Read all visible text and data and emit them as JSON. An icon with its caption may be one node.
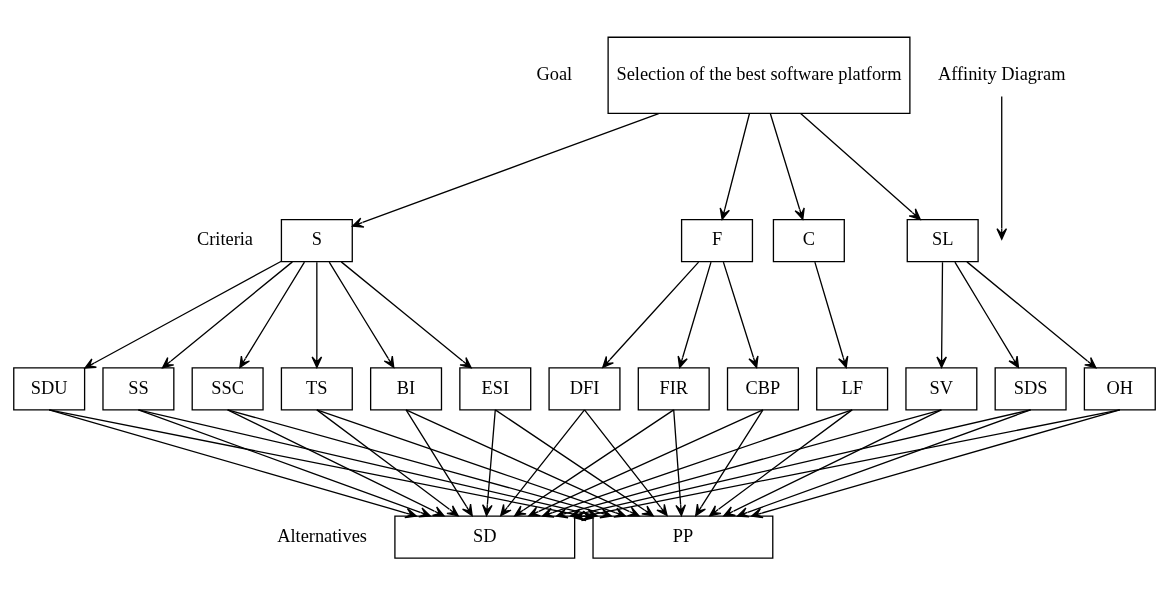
{
  "diagram": {
    "nodes": [
      {
        "text": [
          "Selection of the best software platform"
        ]
      },
      {
        "text": [
          "S"
        ]
      },
      {
        "text": [
          "F"
        ]
      },
      {
        "text": [
          "C"
        ]
      },
      {
        "text": [
          "SL"
        ]
      },
      {
        "text": [
          "SDU"
        ]
      },
      {
        "text": [
          "SS"
        ]
      },
      {
        "text": [
          "SSC"
        ]
      },
      {
        "text": [
          "TS"
        ]
      },
      {
        "text": [
          "BI"
        ]
      },
      {
        "text": [
          "ESI"
        ]
      },
      {
        "text": [
          "DFI"
        ]
      },
      {
        "text": [
          "FIR"
        ]
      },
      {
        "text": [
          "CBP"
        ]
      },
      {
        "text": [
          "LF"
        ]
      },
      {
        "text": [
          "SV"
        ]
      },
      {
        "text": [
          "SDS"
        ]
      },
      {
        "text": [
          "OH"
        ]
      },
      {
        "text": [
          "SD"
        ]
      },
      {
        "text": [
          "PP"
        ]
      },
      {
        "text": [
          "Affinity Diagram"
        ]
      }
    ],
    "edges": [
      {
        "from": 0,
        "to": 1,
        "arrow": "to"
      },
      {
        "from": 0,
        "to": 2,
        "arrow": "to"
      },
      {
        "from": 0,
        "to": 3,
        "arrow": "to"
      },
      {
        "from": 0,
        "to": 4,
        "arrow": "to"
      },
      {
        "from": 1,
        "to": 5,
        "arrow": "to"
      },
      {
        "from": 1,
        "to": 6,
        "arrow": "to"
      },
      {
        "from": 1,
        "to": 7,
        "arrow": "to"
      },
      {
        "from": 1,
        "to": 8,
        "arrow": "to"
      },
      {
        "from": 1,
        "to": 9,
        "arrow": "to"
      },
      {
        "from": 1,
        "to": 10,
        "arrow": "to"
      },
      {
        "from": 2,
        "to": 11,
        "arrow": "to"
      },
      {
        "from": 2,
        "to": 12,
        "arrow": "to"
      },
      {
        "from": 2,
        "to": 13,
        "arrow": "to"
      },
      {
        "from": 3,
        "to": 14,
        "arrow": "to"
      },
      {
        "from": 4,
        "to": 15,
        "arrow": "to"
      },
      {
        "from": 4,
        "to": 16,
        "arrow": "to"
      },
      {
        "from": 4,
        "to": 17,
        "arrow": "to"
      },
      {
        "from": 5,
        "to": 18,
        "arrow": "to"
      },
      {
        "from": 5,
        "to": 19,
        "arrow": "to"
      },
      {
        "from": 6,
        "to": 18,
        "arrow": "to"
      },
      {
        "from": 6,
        "to": 19,
        "arrow": "to"
      },
      {
        "from": 7,
        "to": 18,
        "arrow": "to"
      },
      {
        "from": 7,
        "to": 19,
        "arrow": "to"
      },
      {
        "from": 8,
        "to": 18,
        "arrow": "to"
      },
      {
        "from": 8,
        "to": 19,
        "arrow": "to"
      },
      {
        "from": 9,
        "to": 18,
        "arrow": "to"
      },
      {
        "from": 9,
        "to": 19,
        "arrow": "to"
      },
      {
        "from": 10,
        "to": 18,
        "arrow": "to"
      },
      {
        "from": 10,
        "to": 19,
        "arrow": "to"
      },
      {
        "from": 11,
        "to": 18,
        "arrow": "to"
      },
      {
        "from": 11,
        "to": 19,
        "arrow": "to"
      },
      {
        "from": 12,
        "to": 18,
        "arrow": "to"
      },
      {
        "from": 12,
        "to": 19,
        "arrow": "to"
      },
      {
        "from": 13,
        "to": 18,
        "arrow": "to"
      },
      {
        "from": 13,
        "to": 19,
        "arrow": "to"
      },
      {
        "from": 14,
        "to": 18,
        "arrow": "to"
      },
      {
        "from": 14,
        "to": 19,
        "arrow": "to"
      },
      {
        "from": 15,
        "to": 18,
        "arrow": "to"
      },
      {
        "from": 15,
        "to": 19,
        "arrow": "to"
      },
      {
        "from": 16,
        "to": 18,
        "arrow": "to"
      },
      {
        "from": 16,
        "to": 19,
        "arrow": "to"
      },
      {
        "from": 17,
        "to": 18,
        "arrow": "to"
      },
      {
        "from": 17,
        "to": 19,
        "arrow": "to"
      },
      {
        "from": 20,
        "to": null,
        "arrow": "to"
      }
    ],
    "labels": [
      "Goal",
      "Criteria",
      "Alternatives"
    ]
  }
}
